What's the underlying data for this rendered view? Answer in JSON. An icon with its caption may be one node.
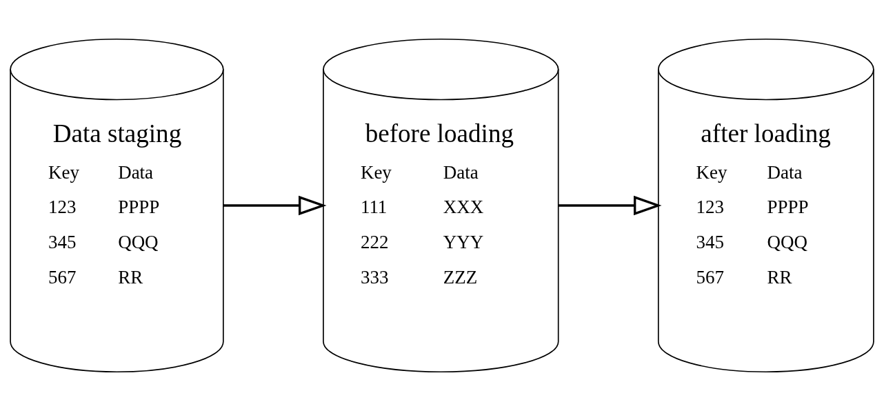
{
  "diagram": {
    "nodes": [
      {
        "text": [
          "Data staging",
          "Key",
          "Data",
          "123",
          "PPPP",
          "345",
          "QQQ",
          "567",
          "RR"
        ]
      },
      {
        "text": [
          "before loading",
          "Key",
          "Data",
          "111",
          "XXX",
          "222",
          "YYY",
          "333",
          "ZZZ"
        ]
      },
      {
        "text": [
          "after loading",
          "Key",
          "Data",
          "123",
          "PPPP",
          "345",
          "QQQ",
          "567",
          "RR"
        ]
      }
    ],
    "edges": [
      {
        "from": 0,
        "to": 1,
        "arrow": "to"
      },
      {
        "from": 1,
        "to": 2,
        "arrow": "to"
      }
    ]
  }
}
